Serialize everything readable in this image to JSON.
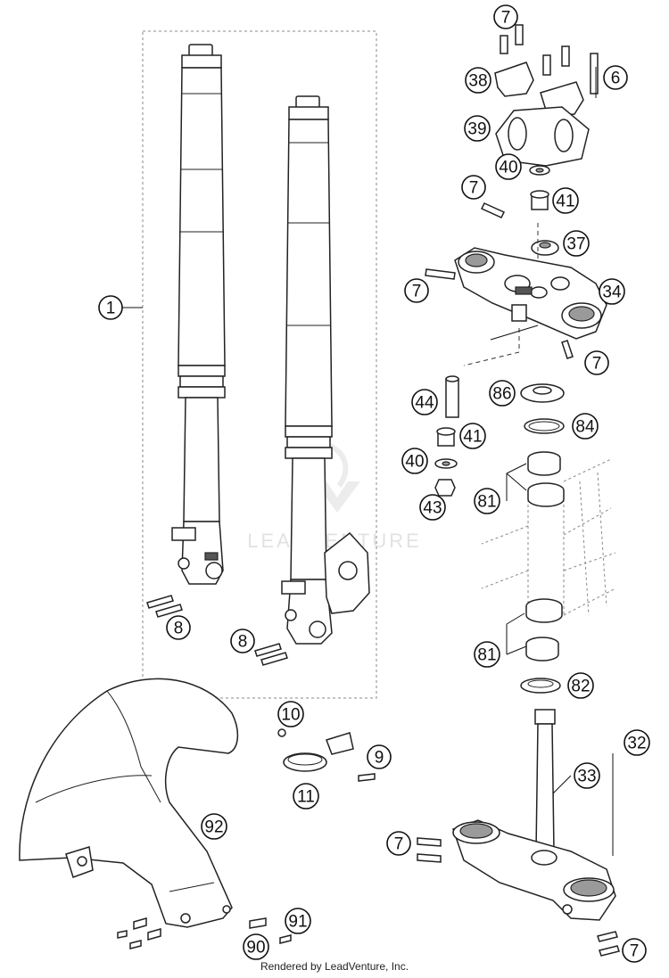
{
  "watermark": {
    "text": "LEADVENTURE"
  },
  "footer": {
    "text": "Rendered by LeadVenture, Inc."
  },
  "callouts": [
    {
      "id": "c1",
      "label": "1"
    },
    {
      "id": "c7a",
      "label": "7"
    },
    {
      "id": "c38",
      "label": "38"
    },
    {
      "id": "c6",
      "label": "6"
    },
    {
      "id": "c39",
      "label": "39"
    },
    {
      "id": "c40a",
      "label": "40"
    },
    {
      "id": "c41a",
      "label": "41"
    },
    {
      "id": "c7b",
      "label": "7"
    },
    {
      "id": "c37",
      "label": "37"
    },
    {
      "id": "c7c",
      "label": "7"
    },
    {
      "id": "c34",
      "label": "34"
    },
    {
      "id": "c7d",
      "label": "7"
    },
    {
      "id": "c86",
      "label": "86"
    },
    {
      "id": "c44",
      "label": "44"
    },
    {
      "id": "c84",
      "label": "84"
    },
    {
      "id": "c41b",
      "label": "41"
    },
    {
      "id": "c40b",
      "label": "40"
    },
    {
      "id": "c81a",
      "label": "81"
    },
    {
      "id": "c43",
      "label": "43"
    },
    {
      "id": "c8a",
      "label": "8"
    },
    {
      "id": "c8b",
      "label": "8"
    },
    {
      "id": "c81b",
      "label": "81"
    },
    {
      "id": "c82",
      "label": "82"
    },
    {
      "id": "c10",
      "label": "10"
    },
    {
      "id": "c9",
      "label": "9"
    },
    {
      "id": "c32",
      "label": "32"
    },
    {
      "id": "c33",
      "label": "33"
    },
    {
      "id": "c11",
      "label": "11"
    },
    {
      "id": "c92",
      "label": "92"
    },
    {
      "id": "c7e",
      "label": "7"
    },
    {
      "id": "c91",
      "label": "91"
    },
    {
      "id": "c90",
      "label": "90"
    },
    {
      "id": "c7f",
      "label": "7"
    }
  ]
}
